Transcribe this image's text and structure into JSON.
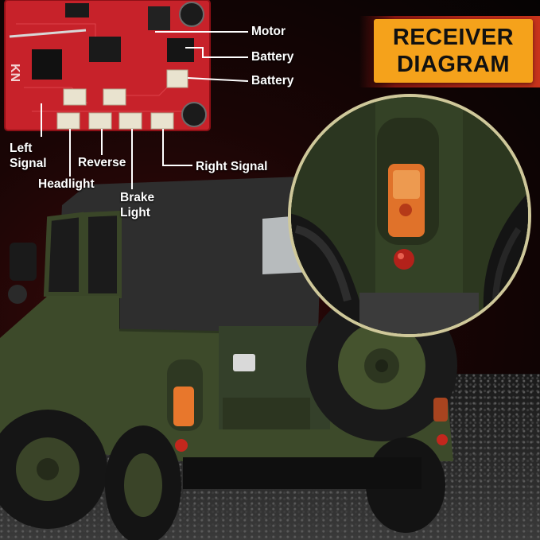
{
  "title": {
    "line1": "RECEIVER",
    "line2": "DIAGRAM"
  },
  "labels": {
    "motor": "Motor",
    "battery_top": "Battery",
    "battery_bottom": "Battery",
    "left_signal_1": "Left",
    "left_signal_2": "Signal",
    "reverse": "Reverse",
    "right_signal": "Right Signal",
    "headlight": "Headlight",
    "brake_1": "Brake",
    "brake_2": "Light"
  },
  "board_marking": "KN",
  "colors": {
    "title_bg": "#f5a21b",
    "board": "#c7222a",
    "vehicle": "#3d4a2a",
    "roof": "#2a2a2a",
    "zoom_ring": "#cfc89a"
  }
}
